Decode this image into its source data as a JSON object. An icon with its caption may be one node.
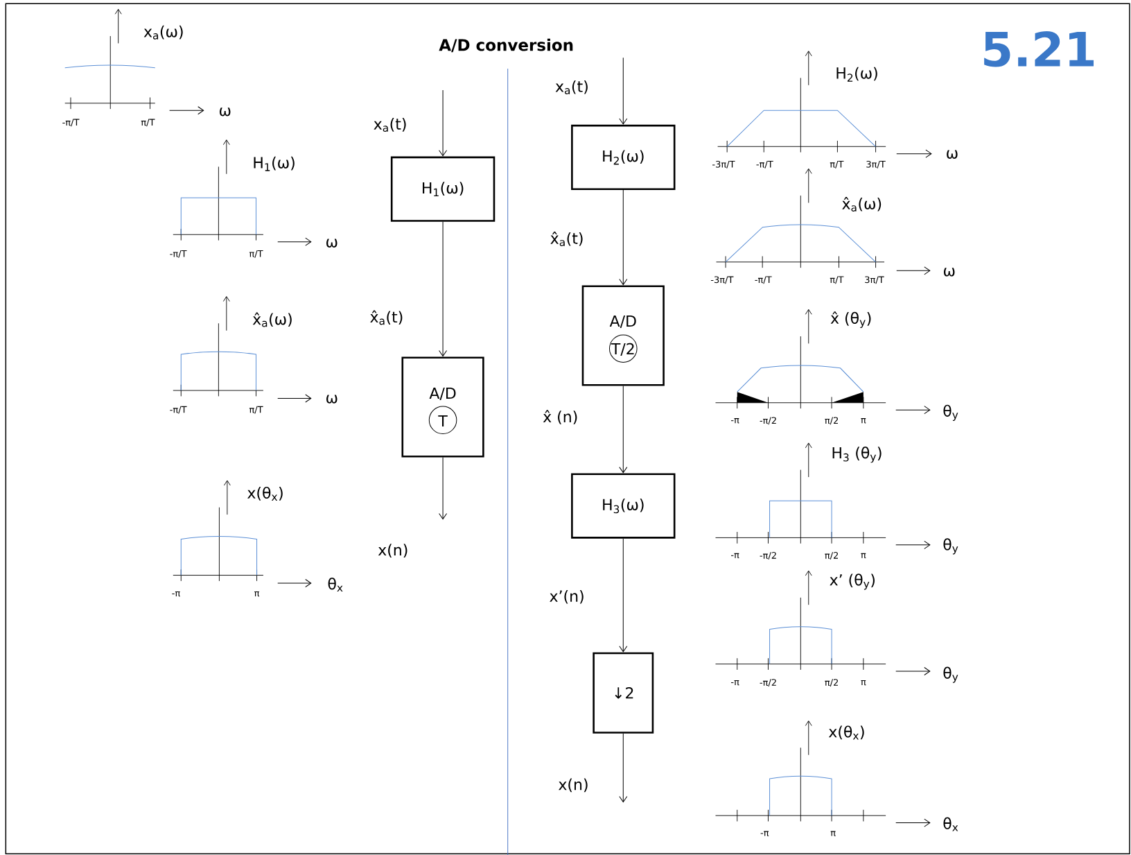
{
  "diagram": {
    "title": "A/D conversion",
    "nodes": [
      {
        "text": [
          "H$_{1}$(ω)"
        ]
      },
      {
        "text": [
          "A/D",
          "T"
        ]
      },
      {
        "text": [
          "H$_{2}$(ω)"
        ]
      },
      {
        "text": [
          "A/D",
          "T/2"
        ]
      },
      {
        "text": [
          "H$_{3}$(ω)"
        ]
      },
      {
        "text": [
          "↓2"
        ]
      }
    ],
    "edges": [
      {
        "from": null,
        "to": 0,
        "arrow": "to",
        "label": "x$_{a}$(t)"
      },
      {
        "from": 0,
        "to": 1,
        "arrow": "to",
        "label": "x̂$_{a}$(t)"
      },
      {
        "from": 1,
        "to": null,
        "arrow": "to",
        "label": "x(n)"
      },
      {
        "from": null,
        "to": 2,
        "arrow": "to",
        "label": "x$_{a}$(t)"
      },
      {
        "from": 2,
        "to": 3,
        "arrow": "to",
        "label": "x̂$_{a}$(t)"
      },
      {
        "from": 3,
        "to": 4,
        "arrow": "to",
        "label": "x̂ (n)"
      },
      {
        "from": 4,
        "to": 5,
        "arrow": "to",
        "label": "x’(n)"
      },
      {
        "from": 5,
        "to": null,
        "arrow": "to",
        "label": "x(n)"
      }
    ],
    "labels": [
      "5.21",
      "x$_{a}$(ω)",
      "-π/T",
      "π/T",
      "ω",
      "H$_{1}$(ω)",
      "-π/T",
      "π/T",
      "ω",
      "x̂$_{a}$(ω)",
      "-π/T",
      "π/T",
      "ω",
      "x(θ$_{x}$)",
      "-π",
      "π",
      "θ$_{x}$",
      "H$_{2}$(ω)",
      "-3π/T",
      "-π/T",
      "π/T",
      "3π/T",
      "ω",
      "x̂$_{a}$(ω)",
      "-3π/T",
      "-π/T",
      "π/T",
      "3π/T",
      "ω",
      "x̂ (θ$_{y}$)",
      "-π",
      "-π/2",
      "π/2",
      "π",
      "θ$_{y}$",
      "H$_{3}$ (θ$_{y}$)",
      "-π",
      "-π/2",
      "π/2",
      "π",
      "θ$_{y}$",
      "x’ (θ$_{y}$)",
      "-π",
      "-π/2",
      "π/2",
      "π",
      "θ$_{y}$",
      "x(θ$_{x}$)",
      "-π",
      "π",
      "θ$_{x}$"
    ]
  }
}
